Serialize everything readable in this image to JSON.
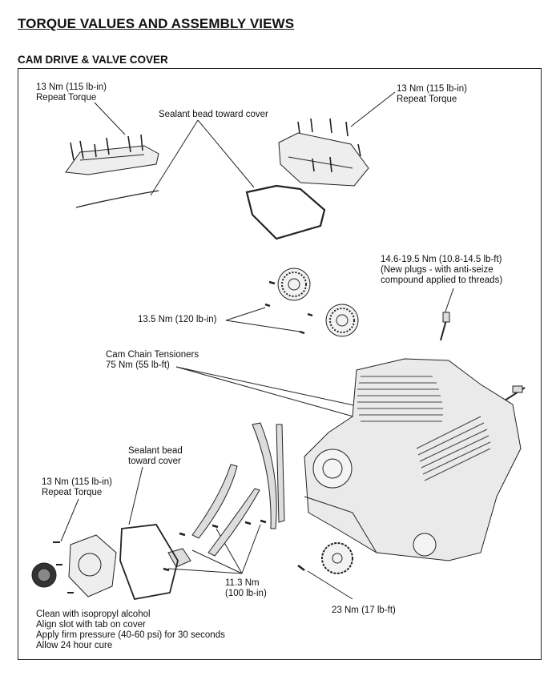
{
  "header": {
    "title": "TORQUE VALUES AND ASSEMBLY VIEWS",
    "section": "CAM DRIVE & VALVE COVER"
  },
  "labels": {
    "left_cover_torque": "13 Nm (115 lb-in)",
    "left_cover_repeat": "Repeat Torque",
    "right_cover_torque": "13 Nm (115 lb-in)",
    "right_cover_repeat": "Repeat Torque",
    "sealant_top": "Sealant bead toward cover",
    "plug_torque": "14.6-19.5 Nm (10.8-14.5 lb-ft)",
    "plug_note1": "(New plugs - with anti-seize",
    "plug_note2": "compound applied to threads)",
    "sprocket_torque": "13.5 Nm (120 lb-in)",
    "tensioner_title": "Cam Chain Tensioners",
    "tensioner_torque": "75 Nm (55 lb-ft)",
    "sealant_bottom1": "Sealant bead",
    "sealant_bottom2": "toward cover",
    "cam_cover_torque": "13 Nm (115 lb-in)",
    "cam_cover_repeat": "Repeat Torque",
    "guide_torque1": "11.3 Nm",
    "guide_torque2": "(100 lb-in)",
    "gear_torque": "23 Nm (17 lb-ft)",
    "plug_instr1": "Clean with isopropyl alcohol",
    "plug_instr2": "Align slot with tab on cover",
    "plug_instr3": "Apply firm pressure (40-60 psi) for 30 seconds",
    "plug_instr4": "Allow 24 hour cure"
  }
}
